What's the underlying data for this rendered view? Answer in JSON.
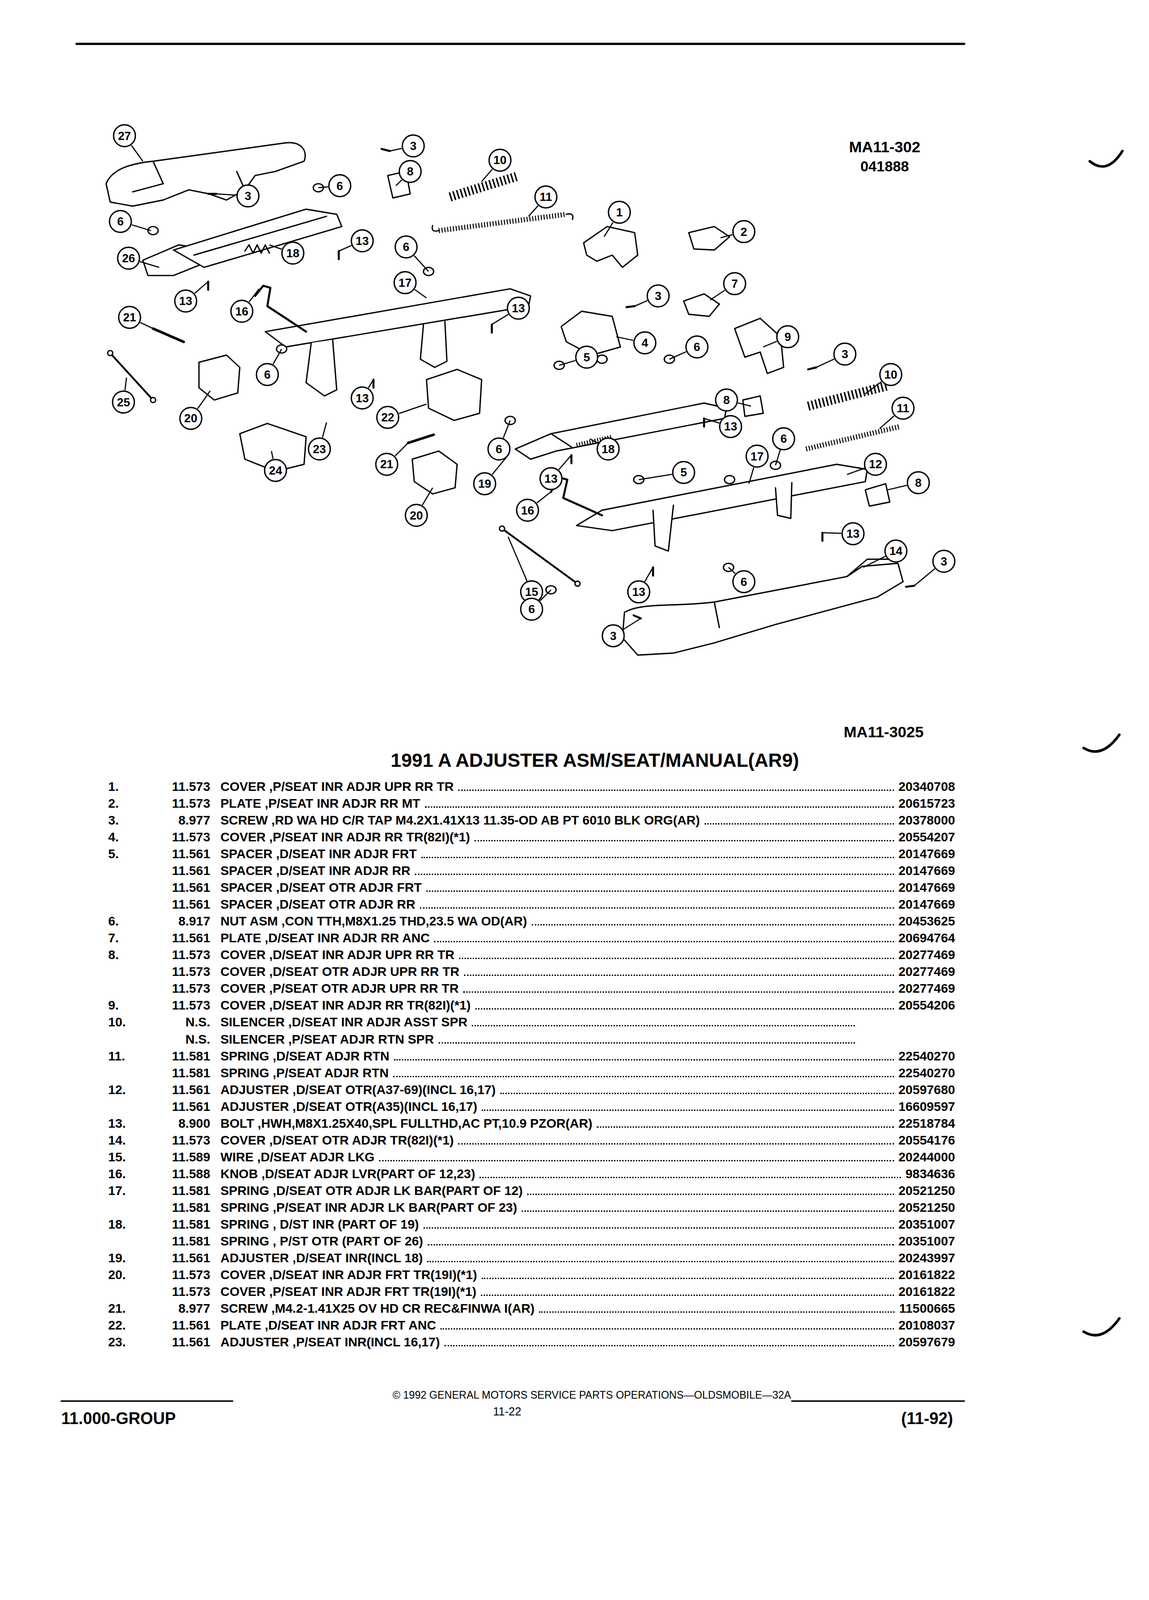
{
  "diagram": {
    "title": "1991 A ADJUSTER ASM/SEAT/MANUAL(AR9)",
    "labels": [
      "MA11-302",
      "041888",
      "27",
      "3",
      "10",
      "3",
      "6",
      "8",
      "11",
      "1",
      "2",
      "6",
      "13",
      "26",
      "18",
      "6",
      "7",
      "13",
      "16",
      "17",
      "13",
      "3",
      "21",
      "4",
      "9",
      "3",
      "6",
      "5",
      "6",
      "25",
      "20",
      "13",
      "22",
      "23",
      "24",
      "21",
      "10",
      "11",
      "8",
      "13",
      "6",
      "18",
      "6",
      "12",
      "19",
      "13",
      "5",
      "17",
      "8",
      "16",
      "13",
      "14",
      "3",
      "15",
      "13",
      "6",
      "6",
      "3",
      "20",
      "MA11-3025",
      "1.",
      "11.573",
      "COVER ,P/SEAT INR ADJR UPR RR TR",
      "20340708",
      "2.",
      "11.573",
      "PLATE ,P/SEAT INR ADJR RR MT",
      "20615723",
      "3.",
      "8.977",
      "SCREW ,RD WA HD C/R TAP M4.2X1.41X13 11.35-OD AB PT 6010 BLK ORG(AR)",
      "20378000",
      "4.",
      "11.573",
      "COVER ,P/SEAT INR ADJR RR TR(82I)(*1)",
      "20554207",
      "5.",
      "11.561",
      "SPACER ,D/SEAT INR ADJR FRT",
      "20147669",
      "11.561",
      "SPACER ,D/SEAT INR ADJR RR",
      "20147669",
      "11.561",
      "SPACER ,D/SEAT OTR ADJR FRT",
      "20147669",
      "11.561",
      "SPACER ,D/SEAT OTR ADJR RR",
      "20147669",
      "6.",
      "8.917",
      "NUT ASM ,CON TTH,M8X1.25 THD,23.5 WA OD(AR)",
      "20453625",
      "7.",
      "11.561",
      "PLATE ,D/SEAT INR ADJR RR ANC",
      "20694764",
      "8.",
      "11.573",
      "COVER ,D/SEAT INR ADJR UPR RR TR",
      "20277469",
      "11.573",
      "COVER ,D/SEAT OTR ADJR UPR RR TR",
      "20277469",
      "11.573",
      "COVER ,P/SEAT OTR ADJR UPR RR TR",
      "20277469",
      "9.",
      "11.573",
      "COVER ,D/SEAT INR ADJR RR TR(82I)(*1)",
      "20554206",
      "10.",
      "N.S.",
      "SILENCER ,D/SEAT INR ADJR ASST SPR",
      "N.S.",
      "SILENCER ,P/SEAT ADJR RTN SPR",
      "11.",
      "11.581",
      "SPRING ,D/SEAT ADJR RTN",
      "22540270",
      "11.581",
      "SPRING ,P/SEAT ADJR RTN",
      "22540270",
      "12.",
      "11.561",
      "ADJUSTER ,D/SEAT OTR(A37-69)(INCL 16,17)",
      "20597680",
      "11.561",
      "ADJUSTER ,D/SEAT OTR(A35)(INCL 16,17)",
      "16609597",
      "13.",
      "8.900",
      "BOLT ,HWH,M8X1.25X40,SPL FULLTHD,AC PT,10.9 PZOR(AR)",
      "22518784",
      "14.",
      "11.573",
      "COVER ,D/SEAT OTR ADJR TR(82I)(*1)",
      "20554176",
      "15.",
      "11.589",
      "WIRE ,D/SEAT ADJR LKG",
      "20244000",
      "16.",
      "11.588",
      "KNOB ,D/SEAT ADJR LVR(PART OF 12,23)",
      "9834636",
      "17.",
      "11.581",
      "SPRING ,D/SEAT OTR ADJR LK BAR(PART OF 12)",
      "20521250",
      "11.581",
      "SPRING ,P/SEAT INR ADJR LK BAR(PART OF 23)",
      "20521250",
      "18.",
      "11.581",
      "SPRING , D/ST INR (PART OF 19)",
      "20351007",
      "11.581",
      "SPRING , P/ST OTR (PART OF 26)",
      "20351007",
      "19.",
      "11.561",
      "ADJUSTER ,D/SEAT INR(INCL 18)",
      "20243997",
      "20.",
      "11.573",
      "COVER ,D/SEAT INR ADJR FRT TR(19I)(*1)",
      "20161822",
      "11.573",
      "COVER ,P/SEAT INR ADJR FRT TR(19I)(*1)",
      "20161822",
      "21.",
      "8.977",
      "SCREW ,M4.2-1.41X25 OV HD CR REC&FINWA I(AR)",
      "11500665",
      "22.",
      "11.561",
      "PLATE ,D/SEAT INR ADJR FRT ANC",
      "20108037",
      "23.",
      "11.561",
      "ADJUSTER ,P/SEAT INR(INCL 16,17)",
      "20597679",
      "© 1992 GENERAL MOTORS SERVICE PARTS OPERATIONS—OLDSMOBILE—32A",
      "11.000-GROUP",
      "11-22",
      "(11-92)"
    ]
  }
}
